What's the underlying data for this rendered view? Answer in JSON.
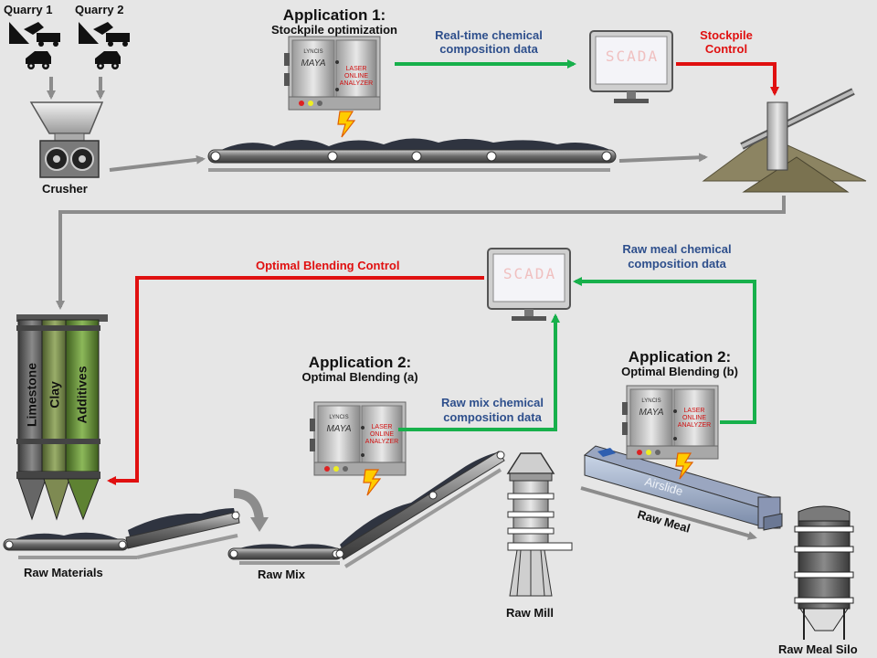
{
  "sources": {
    "quarry1": "Quarry 1",
    "quarry2": "Quarry 2"
  },
  "equipment": {
    "crusher": "Crusher",
    "raw_materials": "Raw Materials",
    "raw_mix": "Raw Mix",
    "raw_mill": "Raw Mill",
    "raw_meal": "Raw Meal",
    "raw_meal_silo": "Raw Meal Silo",
    "airslide": "Airslide"
  },
  "silos": [
    "Limestone",
    "Clay",
    "Additives"
  ],
  "applications": {
    "app1_title": "Application 1:",
    "app1_subtitle": "Stockpile optimization",
    "app2a_title": "Application 2:",
    "app2a_subtitle": "Optimal Blending (a)",
    "app2b_title": "Application 2:",
    "app2b_subtitle": "Optimal Blending (b)"
  },
  "data_flows": {
    "realtime_l1": "Real-time chemical",
    "realtime_l2": "composition data",
    "rawmeal_l1": "Raw meal chemical",
    "rawmeal_l2": "composition data",
    "rawmix_l1": "Raw mix chemical",
    "rawmix_l2": "composition data"
  },
  "controls": {
    "stockpile_l1": "Stockpile",
    "stockpile_l2": "Control",
    "blending": "Optimal Blending Control"
  },
  "scada": {
    "label": "SCADA"
  },
  "analyzer": {
    "brand": "LYNCIS",
    "model": "MAYA",
    "line1": "LASER",
    "line2": "ONLINE",
    "line3": "ANALYZER"
  },
  "colors": {
    "green_arrow": "#17b04b",
    "red_arrow": "#e01010",
    "gray_arrow": "#8c8c8c",
    "blue_text": "#2e4f8c"
  }
}
